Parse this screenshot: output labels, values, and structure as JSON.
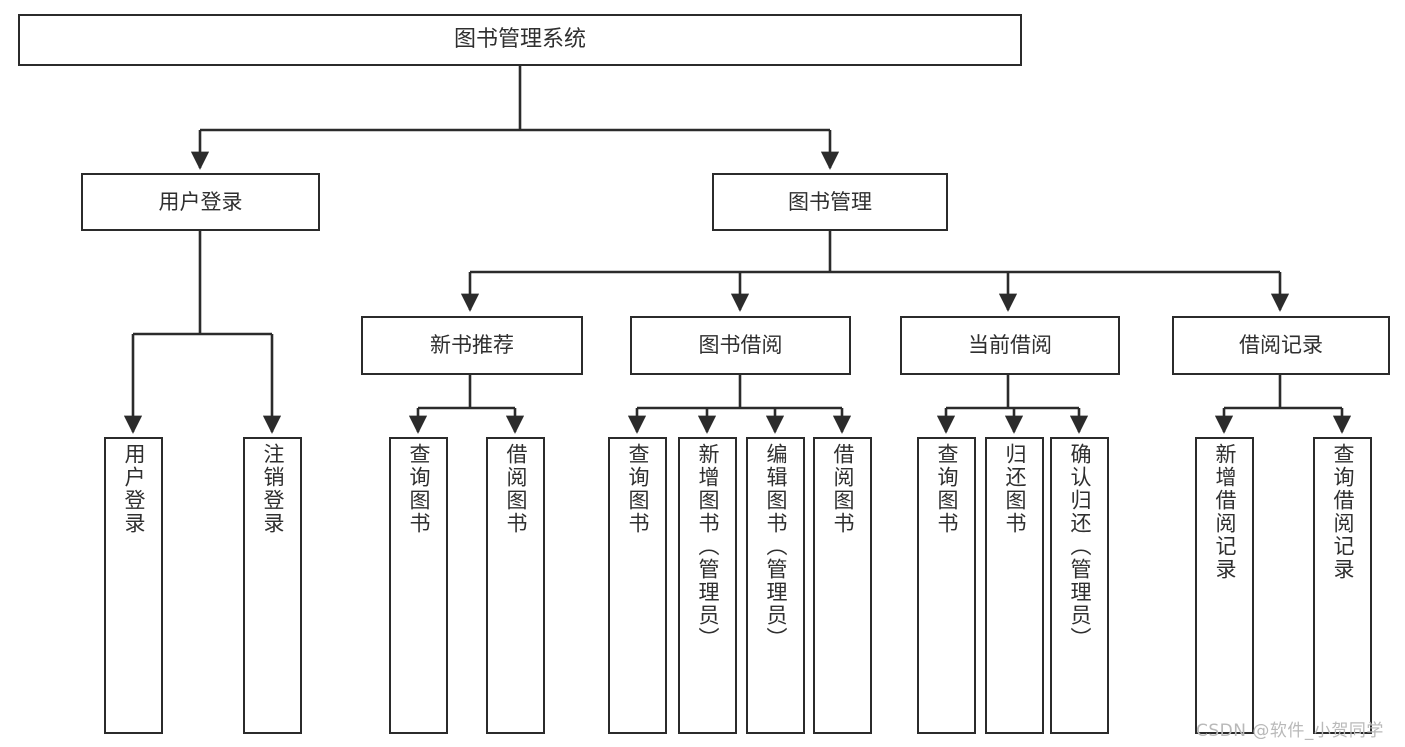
{
  "diagram": {
    "title": "图书管理系统",
    "root": {
      "label": "图书管理系统"
    },
    "level1": [
      {
        "label": "用户登录"
      },
      {
        "label": "图书管理"
      }
    ],
    "level2": [
      {
        "label": "新书推荐"
      },
      {
        "label": "图书借阅"
      },
      {
        "label": "当前借阅"
      },
      {
        "label": "借阅记录"
      }
    ],
    "leaves": {
      "user_login": [
        {
          "label": "用户登录"
        },
        {
          "label": "注销登录"
        }
      ],
      "new_book_recommend": [
        {
          "label": "查询图书"
        },
        {
          "label": "借阅图书"
        }
      ],
      "book_borrow": [
        {
          "label": "查询图书"
        },
        {
          "label": "新增图书（管理员）"
        },
        {
          "label": "编辑图书（管理员）"
        },
        {
          "label": "借阅图书"
        }
      ],
      "current_borrow": [
        {
          "label": "查询图书"
        },
        {
          "label": "归还图书"
        },
        {
          "label": "确认归还（管理员）"
        }
      ],
      "borrow_record": [
        {
          "label": "新增借阅记录"
        },
        {
          "label": "查询借阅记录"
        }
      ]
    }
  },
  "watermark": {
    "text": "CSDN @软件_小贺同学"
  },
  "colors": {
    "stroke": "#2b2b2b",
    "text": "#2f2f2f",
    "background": "#ffffff",
    "watermark": "#b9b9b9"
  }
}
